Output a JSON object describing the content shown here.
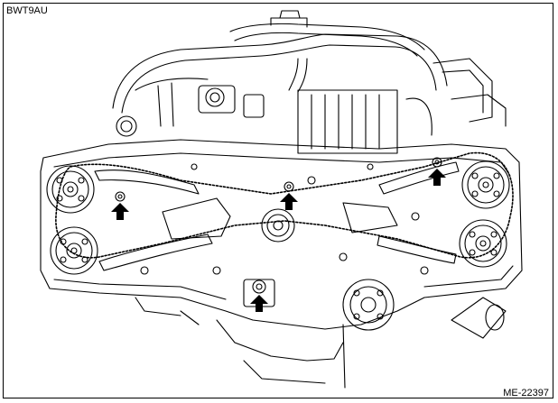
{
  "document": {
    "code": "BWT9AU",
    "figure_number": "ME-22397"
  },
  "diagram": {
    "subject": "engine-front-timing-chain-view",
    "markers": [
      {
        "name": "left-tensioner-bolt-arrow",
        "direction": "up"
      },
      {
        "name": "center-guide-bolt-arrow",
        "direction": "up"
      },
      {
        "name": "right-upper-bolt-arrow",
        "direction": "up"
      },
      {
        "name": "bottom-oil-pump-bolt-arrow",
        "direction": "up"
      }
    ],
    "colors": {
      "line": "#000000",
      "background": "#ffffff"
    }
  }
}
